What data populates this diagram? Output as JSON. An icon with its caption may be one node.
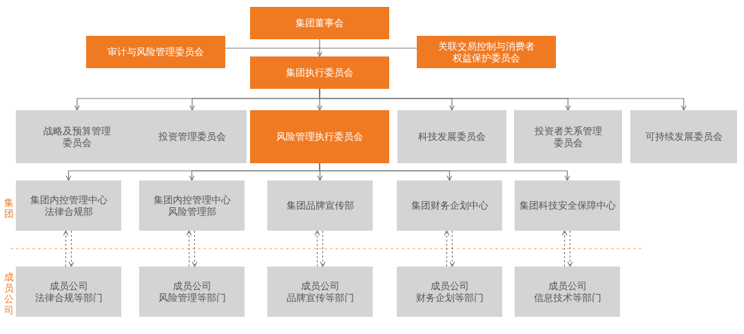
{
  "diagram": {
    "nodes": [
      {
        "text": [
          "集团董事会"
        ]
      },
      {
        "text": [
          "审计与风险管理委员会"
        ]
      },
      {
        "text": [
          "关联交易控制与消费者权益保护委员会"
        ]
      },
      {
        "text": [
          "集团执行委员会"
        ]
      },
      {
        "text": [
          "战略及预算管理委员会"
        ]
      },
      {
        "text": [
          "投资管理委员会"
        ]
      },
      {
        "text": [
          "风险管理执行委员会"
        ]
      },
      {
        "text": [
          "科技发展委员会"
        ]
      },
      {
        "text": [
          "投资者关系管理委员会"
        ]
      },
      {
        "text": [
          "可持续发展委员会"
        ]
      },
      {
        "text": [
          "集团内控管理中心法律合规部"
        ]
      },
      {
        "text": [
          "集团内控管理中心风险管理部"
        ]
      },
      {
        "text": [
          "集团品牌宣传部"
        ]
      },
      {
        "text": [
          "集团财务企划中心"
        ]
      },
      {
        "text": [
          "集团科技安全保障中心"
        ]
      },
      {
        "text": [
          "成员公司法律合规等部门"
        ]
      },
      {
        "text": [
          "成员公司风险管理等部门"
        ]
      },
      {
        "text": [
          "成员公司品牌宣传等部门"
        ]
      },
      {
        "text": [
          "成员公司财务企划等部门"
        ]
      },
      {
        "text": [
          "成员公司信息技术等部门"
        ]
      }
    ],
    "edges": [
      {
        "from": 0,
        "to": 3,
        "arrow": "to"
      },
      {
        "from": 1,
        "to": 2,
        "arrow": "none"
      },
      {
        "from": 3,
        "to": 4,
        "arrow": "to"
      },
      {
        "from": 3,
        "to": 5,
        "arrow": "to"
      },
      {
        "from": 3,
        "to": 6,
        "arrow": "to"
      },
      {
        "from": 3,
        "to": 7,
        "arrow": "to"
      },
      {
        "from": 3,
        "to": 8,
        "arrow": "to"
      },
      {
        "from": 3,
        "to": 9,
        "arrow": "to"
      },
      {
        "from": 6,
        "to": 10,
        "arrow": "to"
      },
      {
        "from": 6,
        "to": 11,
        "arrow": "to"
      },
      {
        "from": 6,
        "to": 12,
        "arrow": "to"
      },
      {
        "from": 6,
        "to": 13,
        "arrow": "to"
      },
      {
        "from": 6,
        "to": 14,
        "arrow": "to"
      },
      {
        "from": 15,
        "to": 10,
        "arrow": "to",
        "style": "dashed"
      },
      {
        "from": 10,
        "to": 15,
        "arrow": "to",
        "style": "dashed"
      },
      {
        "from": 16,
        "to": 11,
        "arrow": "to",
        "style": "dashed"
      },
      {
        "from": 11,
        "to": 16,
        "arrow": "to",
        "style": "dashed"
      },
      {
        "from": 17,
        "to": 12,
        "arrow": "to",
        "style": "dashed"
      },
      {
        "from": 12,
        "to": 17,
        "arrow": "to",
        "style": "dashed"
      },
      {
        "from": 18,
        "to": 13,
        "arrow": "to",
        "style": "dashed"
      },
      {
        "from": 13,
        "to": 18,
        "arrow": "to",
        "style": "dashed"
      },
      {
        "from": 19,
        "to": 14,
        "arrow": "to",
        "style": "dashed"
      },
      {
        "from": 14,
        "to": 19,
        "arrow": "to",
        "style": "dashed"
      }
    ],
    "labels": [
      "集团",
      "成员公司"
    ]
  }
}
